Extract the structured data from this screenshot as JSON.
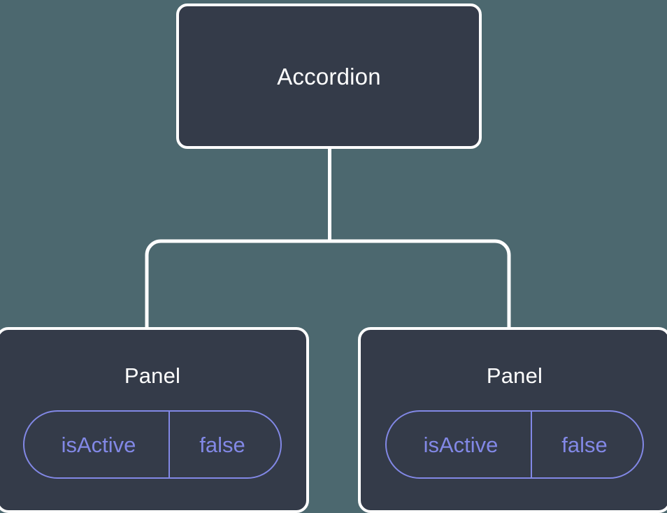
{
  "diagram": {
    "type": "component-tree",
    "background_color": "#4c686f",
    "node_fill_color": "#343b49",
    "node_border_color": "#ffffff",
    "connector_color": "#ffffff",
    "accent_color": "#8288e6",
    "title_text_color": "#ffffff"
  },
  "nodes": {
    "root": {
      "title": "Accordion"
    },
    "children": [
      {
        "title": "Panel",
        "state": {
          "key": "isActive",
          "value": "false"
        }
      },
      {
        "title": "Panel",
        "state": {
          "key": "isActive",
          "value": "false"
        }
      }
    ]
  },
  "edges": [
    {
      "from": "Accordion",
      "to": "Panel"
    },
    {
      "from": "Accordion",
      "to": "Panel"
    }
  ]
}
